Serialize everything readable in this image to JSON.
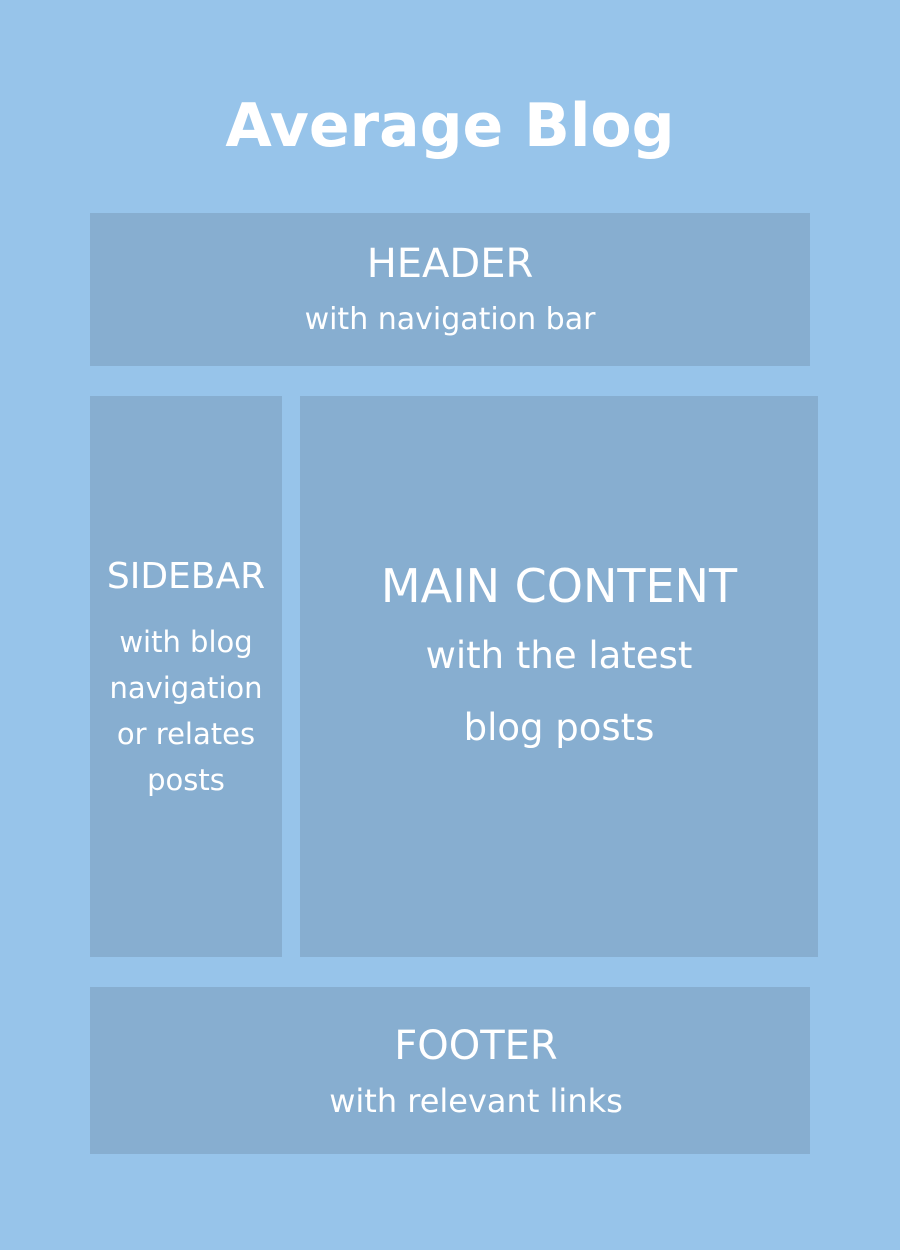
{
  "colors": {
    "background": "#97c4ea",
    "box": "#87aed0",
    "text": "#ffffff"
  },
  "diagram": {
    "title": "Average Blog",
    "header": {
      "label": "HEADER",
      "description": "with navigation bar"
    },
    "sidebar": {
      "label": "SIDEBAR",
      "description": "with blog navigation or relates posts"
    },
    "main_content": {
      "label": "MAIN CONTENT",
      "description": "with the latest blog posts"
    },
    "footer": {
      "label": "FOOTER",
      "description": "with relevant links"
    }
  }
}
